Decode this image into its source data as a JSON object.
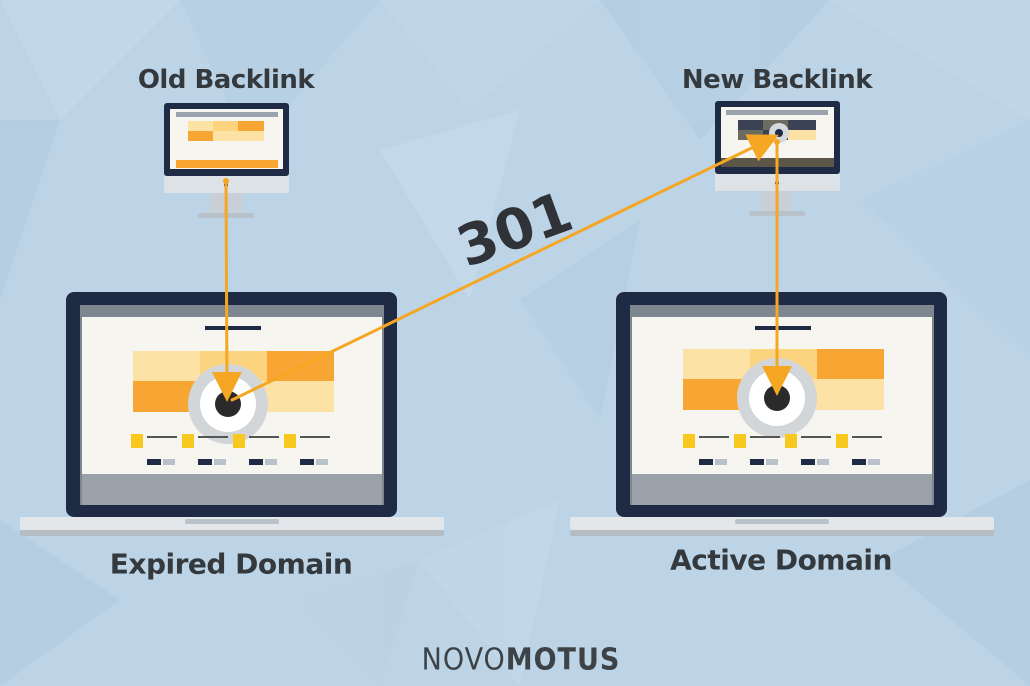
{
  "labels": {
    "old_backlink": "Old Backlink",
    "new_backlink": "New Backlink",
    "expired_domain": "Expired Domain",
    "active_domain": "Active Domain",
    "redirect_code": "301"
  },
  "brand": {
    "part1": "NOVO",
    "part2": "MOTUS"
  },
  "colors": {
    "background": "#bcd4e6",
    "arrow": "#f5a623",
    "accent_orange": "#f7a634",
    "accent_light": "#fde2a6",
    "device_frame": "#1f2a44",
    "text": "#34393e"
  }
}
